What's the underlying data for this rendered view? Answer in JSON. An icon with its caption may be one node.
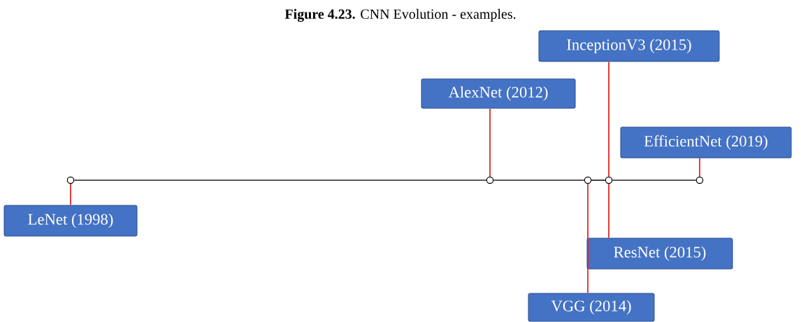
{
  "diagram": {
    "title": "**Figure 4.23.** CNN Evolution - examples.",
    "nodes": [
      {
        "text": [
          "InceptionV3 (2015)"
        ]
      },
      {
        "text": [
          "AlexNet (2012)"
        ]
      },
      {
        "text": [
          "EfficientNet (2019)"
        ]
      },
      {
        "text": [],
        "shape": "circle"
      },
      {
        "text": [],
        "shape": "circle"
      },
      {
        "text": [],
        "shape": "circle"
      },
      {
        "text": [],
        "shape": "circle"
      },
      {
        "text": [],
        "shape": "circle"
      },
      {
        "text": [
          "LeNet (1998)"
        ]
      },
      {
        "text": [
          "ResNet (2015)"
        ]
      },
      {
        "text": [
          "VGG (2014)"
        ]
      }
    ],
    "edges": [
      {
        "from": 3,
        "to": 4,
        "arrow": "none",
        "color": "#222222"
      },
      {
        "from": 4,
        "to": 5,
        "arrow": "none",
        "color": "#222222"
      },
      {
        "from": 5,
        "to": 6,
        "arrow": "none",
        "color": "#222222"
      },
      {
        "from": 6,
        "to": 7,
        "arrow": "none",
        "color": "#222222"
      },
      {
        "from": 0,
        "to": 6,
        "arrow": "none",
        "color": "#e02020"
      },
      {
        "from": 1,
        "to": 4,
        "arrow": "none",
        "color": "#e02020"
      },
      {
        "from": 2,
        "to": 7,
        "arrow": "none",
        "color": "#e02020"
      },
      {
        "from": 8,
        "to": 3,
        "arrow": "none",
        "color": "#e02020"
      },
      {
        "from": 9,
        "to": 6,
        "arrow": "none",
        "color": "#e02020"
      },
      {
        "from": 10,
        "to": 5,
        "arrow": "none",
        "color": "#e02020"
      }
    ]
  }
}
